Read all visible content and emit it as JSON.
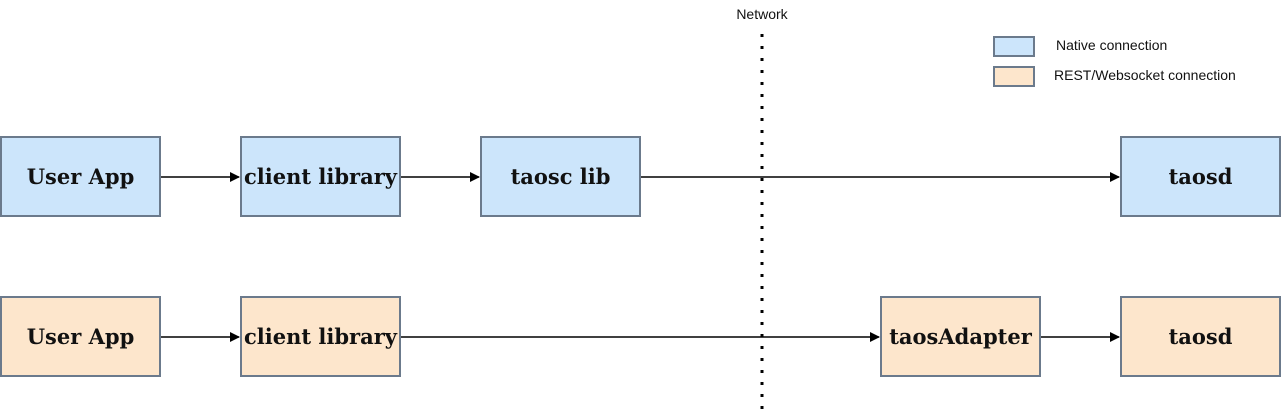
{
  "network": {
    "label": "Network"
  },
  "legend": {
    "items": [
      {
        "label": "Native connection",
        "color": "#cce5fb"
      },
      {
        "label": "REST/Websocket connection",
        "color": "#fde6cc"
      }
    ]
  },
  "rows": {
    "native": {
      "nodes": [
        "User App",
        "client library",
        "taosc lib",
        "taosd"
      ],
      "color": "#cce5fb"
    },
    "rest": {
      "nodes": [
        "User App",
        "client library",
        "taosAdapter",
        "taosd"
      ],
      "color": "#fde6cc"
    }
  },
  "colors": {
    "border": "#6b7a8c",
    "arrow": "#000000"
  }
}
